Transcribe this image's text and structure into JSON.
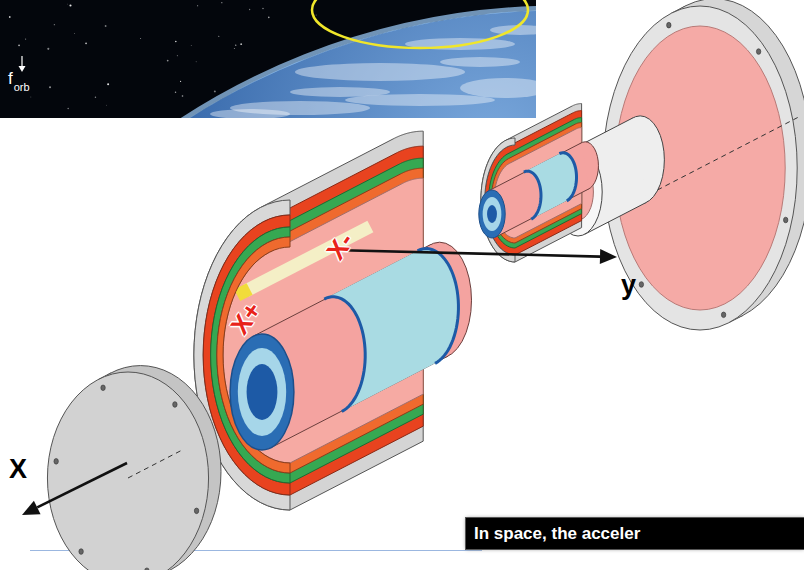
{
  "diagram": {
    "nodes": [
      {
        "text": [
          "In space, the acceler"
        ]
      }
    ],
    "labels": [
      "f",
      "orb",
      "X+",
      "X-",
      "y",
      "X"
    ]
  }
}
